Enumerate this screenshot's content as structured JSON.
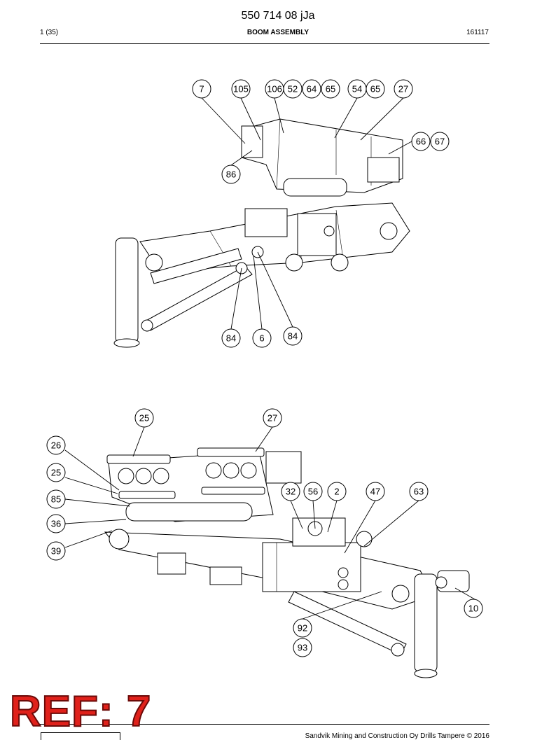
{
  "header": {
    "doc_number": "550 714 08 jJa",
    "page": "1 (35)",
    "title": "BOOM ASSEMBLY",
    "date": "161117"
  },
  "footer": {
    "copyright": "Sandvik Mining and Construction Oy Drills Tampere © 2016"
  },
  "stamp": {
    "text": "REF: 7",
    "color": "#e0211b"
  },
  "callouts_view_top": [
    "7",
    "105",
    "106",
    "52",
    "64",
    "65",
    "54",
    "65",
    "27",
    "66",
    "67",
    "86",
    "84",
    "6",
    "84"
  ],
  "callouts_view_bottom": [
    "25",
    "27",
    "26",
    "25",
    "85",
    "36",
    "39",
    "32",
    "56",
    "2",
    "47",
    "63",
    "10",
    "92",
    "93"
  ]
}
